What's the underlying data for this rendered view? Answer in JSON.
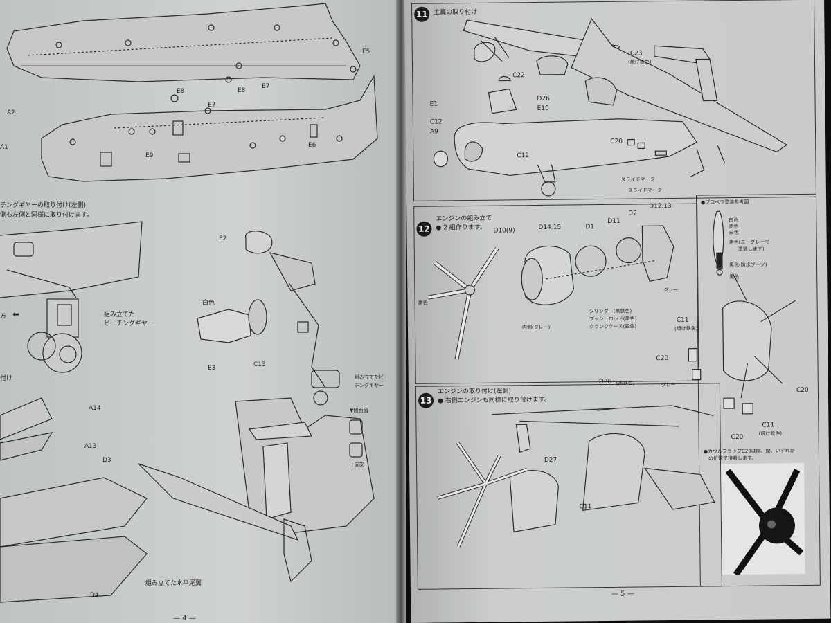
{
  "left_page": {
    "page_number": "— 4 —",
    "labels": {
      "a2": "A2",
      "a1": "A1",
      "e5": "E5",
      "e7_top": "E7",
      "e8_top": "E8",
      "e8_mid": "E8",
      "e7_mid": "E7",
      "e9": "E9",
      "e6": "E6",
      "e2": "E2",
      "e3": "E3",
      "c13": "C13",
      "a14": "A14",
      "a13": "A13",
      "d3": "D3",
      "d4": "D4"
    },
    "beaching_gear_title": "チングギヤーの取り付け(左側)",
    "beaching_gear_note": "側も左側と同様に取り付けます。",
    "direction_label": "方",
    "assembled_gear_label": "組み立てた",
    "assembled_gear_label2": "ビーチングギヤー",
    "white_label": "白色",
    "assembled_small": "組み立てたビー",
    "assembled_small2": "チングギヤー",
    "side_view": "▼側面図",
    "top_view": "上面図",
    "attach_label": "付け",
    "tailplane_label": "組み立てた水平尾翼"
  },
  "right_page": {
    "page_number": "— 5 —",
    "step11": {
      "num": "11",
      "title": "主翼の取り付け"
    },
    "step11_labels": {
      "c23": "C23",
      "c23_note": "(焼け鉄色)",
      "c22": "C22",
      "e1": "E1",
      "d26": "D26",
      "e10": "E10",
      "c12a": "C12",
      "a9": "A9",
      "c12b": "C12",
      "c20": "C20",
      "slide1": "スライドマーク",
      "slide2": "スライドマーク"
    },
    "step12": {
      "num": "12",
      "title": "エンジンの組み立て",
      "note": "● 2 組作ります。"
    },
    "step12_labels": {
      "d10": "D10(9)",
      "d1415": "D14.15",
      "d1": "D1",
      "d11": "D11",
      "d2": "D2",
      "d1213": "D12.13",
      "black": "黒色",
      "inner": "内側(グレー)",
      "gray": "グレー",
      "cyl1": "シリンダー(黒鉄色)",
      "cyl2": "プッシュロッド(黒色)",
      "cyl3": "クランクケース(銀色)"
    },
    "step13": {
      "num": "13",
      "title": "エンジンの取り付け(左側)",
      "note": "● 右側エンジンも同様に取り付けます。"
    },
    "step13_labels": {
      "d26b": "D26",
      "d26b_note": "(黒鉄色)",
      "d27": "D27",
      "c11": "C11"
    },
    "prop_ref": {
      "title": "●プロペラ塗装参考図",
      "white1": "白色",
      "red": "赤色",
      "white2": "白色",
      "black_note1": "黒色(ニーグレーで",
      "black_note2": "塗装します)",
      "black_tip": "黒色(防水ブーツ)",
      "black_end": "黒色"
    },
    "cowl_labels": {
      "c11a": "C11",
      "c11a_note": "(焼け鉄色)",
      "c20a": "C20",
      "gray": "グレー",
      "c20b": "C20",
      "c20c": "C20",
      "c11b": "C11",
      "c11b_note": "(焼け鉄色)"
    },
    "cowl_note1": "●カウルフラップC20は開、閉、いずれか",
    "cowl_note2": "の位置で接着します。"
  }
}
